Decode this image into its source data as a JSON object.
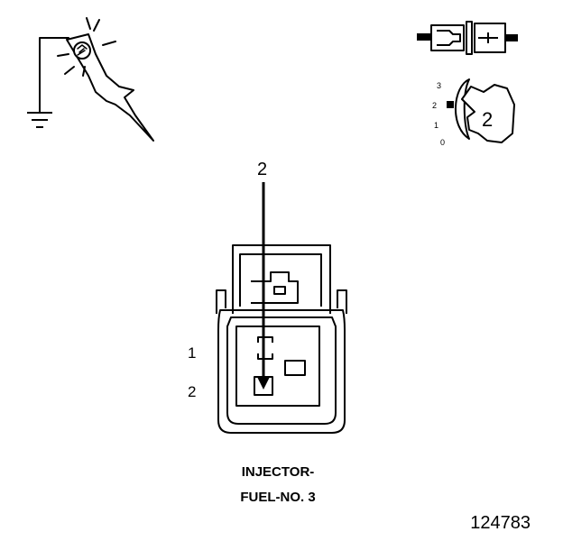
{
  "probe_tool": {
    "icon": "test-light-probe-icon",
    "ground": "ground-symbol-icon"
  },
  "meter_scale": {
    "ticks": [
      "3",
      "2",
      "1",
      "0"
    ],
    "setting": "2"
  },
  "connector_icon": "connector-icon",
  "pin_callout": "2",
  "pin_labels": {
    "pin1": "1",
    "pin2": "2"
  },
  "caption": {
    "line1": "INJECTOR-",
    "line2": "FUEL-NO. 3"
  },
  "figure_number": "124783"
}
